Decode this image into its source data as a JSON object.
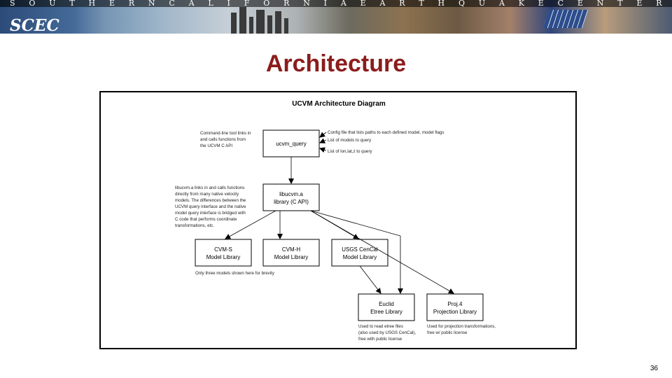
{
  "banner": {
    "letters": [
      "S",
      "O",
      "U",
      "T",
      "H",
      "E",
      "R",
      "N",
      "C",
      "A",
      "L",
      "I",
      "F",
      "O",
      "R",
      "N",
      "I",
      "A",
      "E",
      "A",
      "R",
      "T",
      "H",
      "Q",
      "U",
      "A",
      "K",
      "E",
      "C",
      "E",
      "N",
      "T",
      "E",
      "R"
    ],
    "logo": "SCEC"
  },
  "slide": {
    "title": "Architecture",
    "page_number": "36"
  },
  "diagram": {
    "title": "UCVM Architecture Diagram",
    "boxes": {
      "ucvm_query": "ucvm_query",
      "libucvm_line1": "libucvm.a",
      "libucvm_line2": "library (C API)",
      "cvms_line1": "CVM-S",
      "cvms_line2": "Model Library",
      "cvmh_line1": "CVM-H",
      "cvmh_line2": "Model Library",
      "usgs_line1": "USGS CenCal",
      "usgs_line2": "Model Library",
      "euclid_line1": "Euclid",
      "euclid_line2": "Etree Library",
      "proj_line1": "Proj.4",
      "proj_line2": "Projection Library"
    },
    "notes": {
      "cmdline": [
        "Command-line tool links in",
        "and calls functions from",
        "the UCVM C API"
      ],
      "inputs": [
        "Config file that lists paths to each defined model, model flags",
        "List of models to query",
        "List of lon,lat,z to query"
      ],
      "libucvm": [
        "libucvm.a links in and calls functions",
        "directly from many native velocity",
        "models. The differences between the",
        "UCVM query interface and the native",
        "model query interface is bridged with",
        "C code that performs coordinate",
        "transformations, etc."
      ],
      "brevity": "Only three models shown here for brevity",
      "euclid": [
        "Used to read etree files",
        "(also used by USGS CenCal),",
        "free with public license"
      ],
      "proj": [
        "Used for projection transformations,",
        "free w/ public license"
      ]
    }
  }
}
